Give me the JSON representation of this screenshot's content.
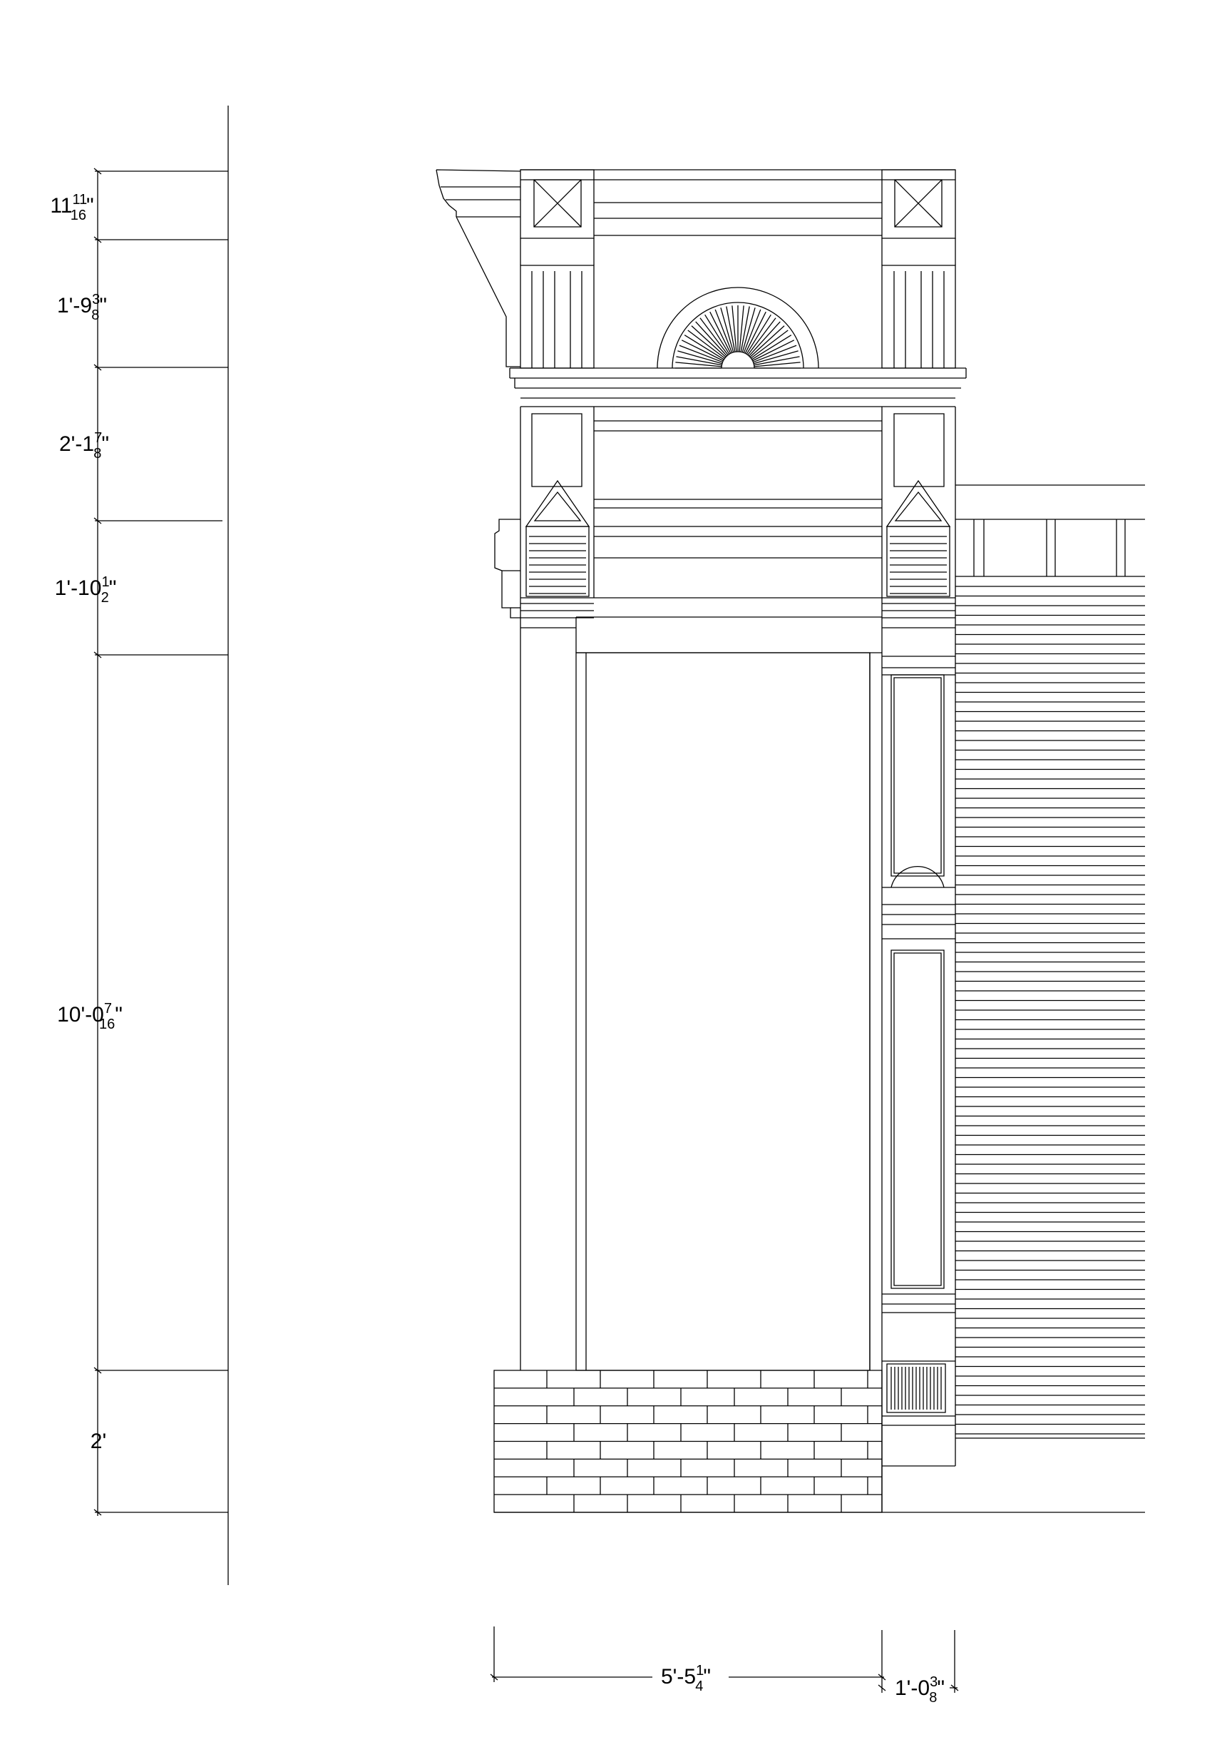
{
  "vertical_dimensions": [
    {
      "whole": "11",
      "num": "11",
      "den": "16",
      "suffix": "\""
    },
    {
      "whole": "1'-9",
      "num": "3",
      "den": "8",
      "suffix": "\""
    },
    {
      "whole": "2'-1",
      "num": "7",
      "den": "8",
      "suffix": "\""
    },
    {
      "whole": "1'-10",
      "num": "1",
      "den": "2",
      "suffix": "\""
    },
    {
      "whole": "10'-0",
      "num": "7",
      "den": "16",
      "suffix": "\""
    },
    {
      "whole": "2'",
      "num": "",
      "den": "",
      "suffix": ""
    }
  ],
  "horizontal_dimensions": [
    {
      "whole": "5'-5",
      "num": "1",
      "den": "4",
      "suffix": "\""
    },
    {
      "whole": "1'-0",
      "num": "3",
      "den": "8",
      "suffix": "\""
    }
  ],
  "colors": {
    "line": "#000000",
    "background": "#ffffff"
  }
}
